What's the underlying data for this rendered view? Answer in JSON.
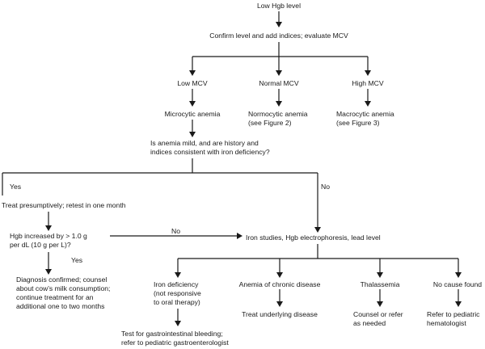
{
  "nodes": {
    "low_hgb": "Low Hgb level",
    "confirm": "Confirm level and add indices; evaluate MCV",
    "low_mcv": "Low MCV",
    "normal_mcv": "Normal MCV",
    "high_mcv": "High MCV",
    "microcytic": "Microcytic anemia",
    "normocytic": [
      "Normocytic anemia",
      "(see Figure 2)"
    ],
    "macrocytic": [
      "Macrocytic anemia",
      "(see Figure 3)"
    ],
    "mild_question": [
      "Is anemia mild, and are history and",
      "indices consistent with iron deficiency?"
    ],
    "treat": "Treat presumptively; retest in one month",
    "hgb_increase": [
      "Hgb increased by > 1.0 g",
      "per dL (10 g per L)?"
    ],
    "iron_studies": "Iron studies, Hgb electrophoresis, lead level",
    "diagnosis": [
      "Diagnosis confirmed; counsel",
      "about cow’s milk consumption;",
      "continue treatment for an",
      "additional one to two months"
    ],
    "iron_def": [
      "Iron deficiency",
      "(not responsive",
      "to oral therapy)"
    ],
    "chronic": "Anemia of chronic disease",
    "thalassemia": "Thalassemia",
    "no_cause": "No cause found",
    "gi_test": [
      "Test for gastrointestinal bleeding;",
      "refer to pediatric gastroenterologist"
    ],
    "treat_underlying": "Treat underlying disease",
    "counsel": [
      "Counsel or refer",
      "as needed"
    ],
    "refer_heme": [
      "Refer to pediatric",
      "hematologist"
    ]
  },
  "edge_labels": {
    "yes_treat": "Yes",
    "no_iron": "No",
    "no_hgb": "No",
    "yes_diag": "Yes"
  }
}
